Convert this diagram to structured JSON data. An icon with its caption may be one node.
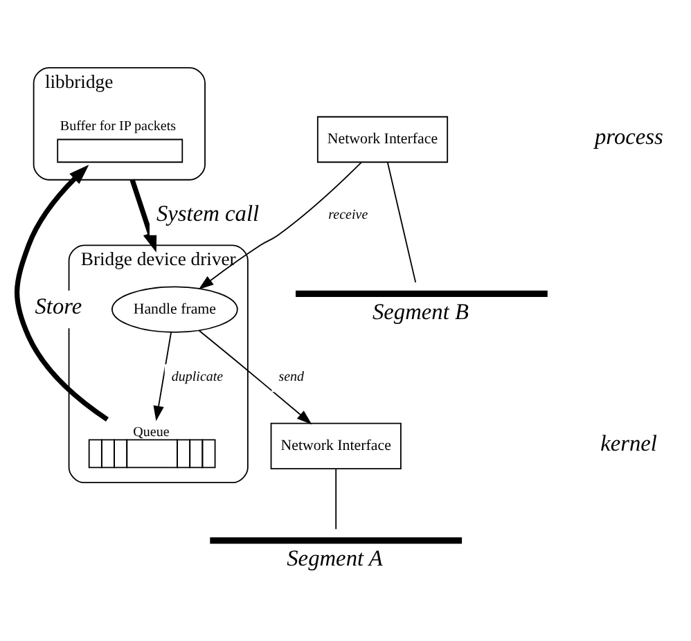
{
  "diagram": {
    "nodes": [
      {
        "text": [
          "libbridge"
        ]
      },
      {
        "text": [
          "Buffer for IP packets"
        ],
        "in": 0
      },
      {
        "text": [
          "Bridge device driver"
        ]
      },
      {
        "text": [
          "Handle frame"
        ],
        "in": 2
      },
      {
        "text": [
          "Queue"
        ],
        "in": 2
      },
      {
        "text": [
          "Network Interface"
        ]
      },
      {
        "text": [
          "Network Interface"
        ]
      },
      {
        "text": [
          "Segment A"
        ]
      },
      {
        "text": [
          "Segment B"
        ]
      }
    ],
    "edges": [
      {
        "from": 0,
        "to": 2,
        "arrow": "to",
        "label": "System call",
        "style": "thick"
      },
      {
        "from": 4,
        "to": 1,
        "arrow": "to",
        "label": "Store",
        "style": "thick"
      },
      {
        "from": 3,
        "to": 4,
        "arrow": "to",
        "label": "duplicate"
      },
      {
        "from": 3,
        "to": 5,
        "arrow": "to",
        "label": "send"
      },
      {
        "from": 6,
        "to": 3,
        "arrow": "to",
        "label": "receive"
      },
      {
        "from": 5,
        "to": 7,
        "arrow": "none"
      },
      {
        "from": 6,
        "to": 8,
        "arrow": "none"
      }
    ],
    "labels": [
      "process",
      "kernel"
    ]
  }
}
